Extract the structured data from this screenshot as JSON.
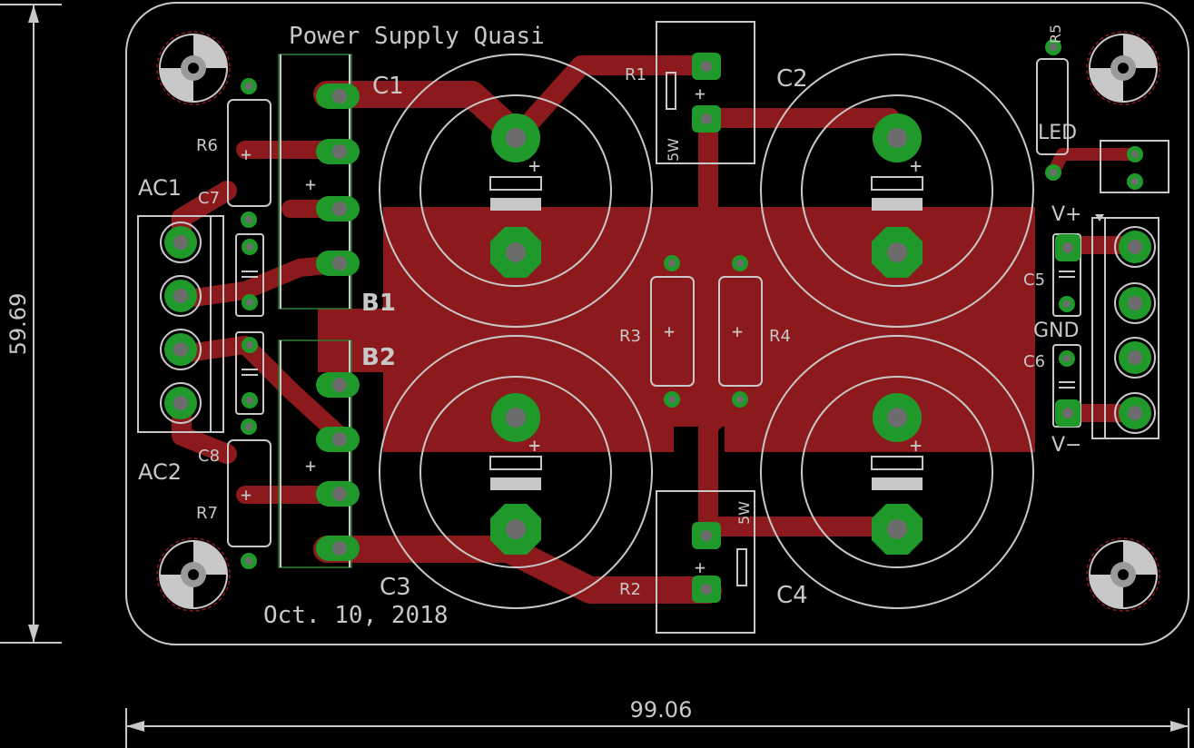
{
  "board": {
    "title": "Power Supply Quasi",
    "date": "Oct. 10, 2018",
    "dim_width": "99.06",
    "dim_height": "59.69"
  },
  "components": {
    "c1": "C1",
    "c2": "C2",
    "c3": "C3",
    "c4": "C4",
    "b1": "B1",
    "b2": "B2",
    "ac1": "AC1",
    "ac2": "AC2",
    "r1": "R1",
    "r2": "R2",
    "r3": "R3",
    "r4": "R4",
    "r5": "R5",
    "r6": "R6",
    "r7": "R7",
    "c5": "C5",
    "c6": "C6",
    "c7": "C7",
    "c8": "C8",
    "led": "LED",
    "vplus": "V+",
    "gnd": "GND",
    "vminus": "V−",
    "r1_value": "5W",
    "r2_value": "5W"
  },
  "colors": {
    "background": "#000000",
    "copper": "#8c1a1c",
    "pad": "#1f9a2a",
    "silkscreen": "#c8c8c8"
  }
}
